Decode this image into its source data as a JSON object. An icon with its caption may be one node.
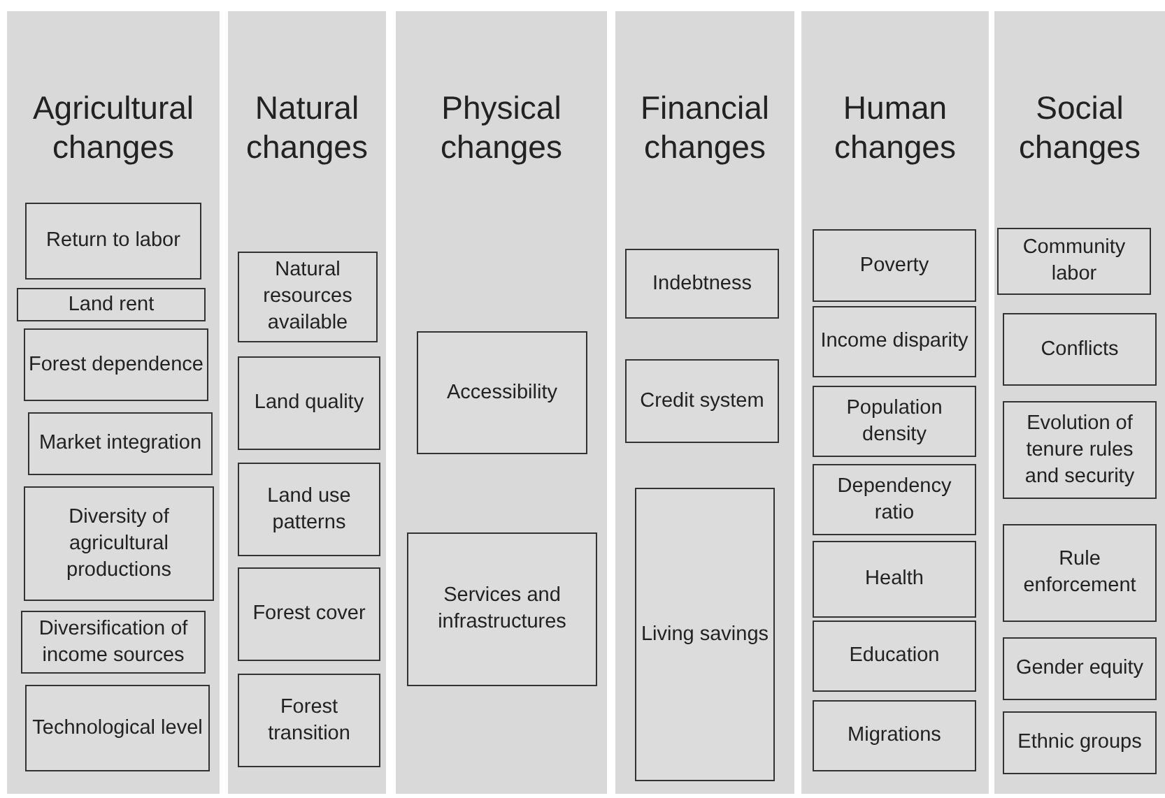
{
  "diagram": {
    "nodes": [
      {
        "text": [
          "Agricultural changes"
        ]
      },
      {
        "text": [
          "Return to labor"
        ],
        "in": 0
      },
      {
        "text": [
          "Land rent"
        ],
        "in": 0
      },
      {
        "text": [
          "Forest dependence"
        ],
        "in": 0
      },
      {
        "text": [
          "Market integration"
        ],
        "in": 0
      },
      {
        "text": [
          "Diversity of agricultural productions"
        ],
        "in": 0
      },
      {
        "text": [
          "Diversification of income sources"
        ],
        "in": 0
      },
      {
        "text": [
          "Technological level"
        ],
        "in": 0
      },
      {
        "text": [
          "Natural changes"
        ]
      },
      {
        "text": [
          "Natural resources available"
        ],
        "in": 8
      },
      {
        "text": [
          "Land quality"
        ],
        "in": 8
      },
      {
        "text": [
          "Land use patterns"
        ],
        "in": 8
      },
      {
        "text": [
          "Forest cover"
        ],
        "in": 8
      },
      {
        "text": [
          "Forest transition"
        ],
        "in": 8
      },
      {
        "text": [
          "Physical changes"
        ]
      },
      {
        "text": [
          "Accessibility"
        ],
        "in": 14
      },
      {
        "text": [
          "Services and infrastructures"
        ],
        "in": 14
      },
      {
        "text": [
          "Financial changes"
        ]
      },
      {
        "text": [
          "Indebtness"
        ],
        "in": 17
      },
      {
        "text": [
          "Credit system"
        ],
        "in": 17
      },
      {
        "text": [
          "Living savings"
        ],
        "in": 17
      },
      {
        "text": [
          "Human changes"
        ]
      },
      {
        "text": [
          "Poverty"
        ],
        "in": 21
      },
      {
        "text": [
          "Income disparity"
        ],
        "in": 21
      },
      {
        "text": [
          "Population density"
        ],
        "in": 21
      },
      {
        "text": [
          "Dependency ratio"
        ],
        "in": 21
      },
      {
        "text": [
          "Health"
        ],
        "in": 21
      },
      {
        "text": [
          "Education"
        ],
        "in": 21
      },
      {
        "text": [
          "Migrations"
        ],
        "in": 21
      },
      {
        "text": [
          "Social changes"
        ]
      },
      {
        "text": [
          "Community labor"
        ],
        "in": 29
      },
      {
        "text": [
          "Conflicts"
        ],
        "in": 29
      },
      {
        "text": [
          "Evolution of tenure rules and security"
        ],
        "in": 29
      },
      {
        "text": [
          "Rule enforcement"
        ],
        "in": 29
      },
      {
        "text": [
          "Gender equity"
        ],
        "in": 29
      },
      {
        "text": [
          "Ethnic groups"
        ],
        "in": 29
      }
    ],
    "edges": []
  }
}
